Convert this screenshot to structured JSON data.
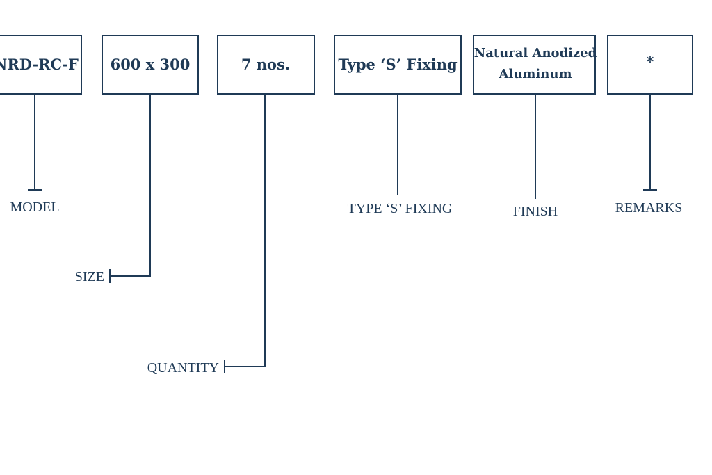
{
  "colors": {
    "ink": "#1f3a56",
    "background": "#ffffff"
  },
  "fields": [
    {
      "id": "model",
      "value": "NRD-RC-F",
      "label": "MODEL"
    },
    {
      "id": "size",
      "value": "600 x 300",
      "label": "SIZE"
    },
    {
      "id": "quantity",
      "value": "7 nos.",
      "label": "QUANTITY"
    },
    {
      "id": "fixing",
      "value": "Type ‘S’ Fixing",
      "label": "TYPE ‘S’ FIXING"
    },
    {
      "id": "finish",
      "value_lines": [
        "Natural Anodized",
        "Aluminum"
      ],
      "label": "FINISH"
    },
    {
      "id": "remarks",
      "value": "*",
      "label": "REMARKS"
    }
  ]
}
